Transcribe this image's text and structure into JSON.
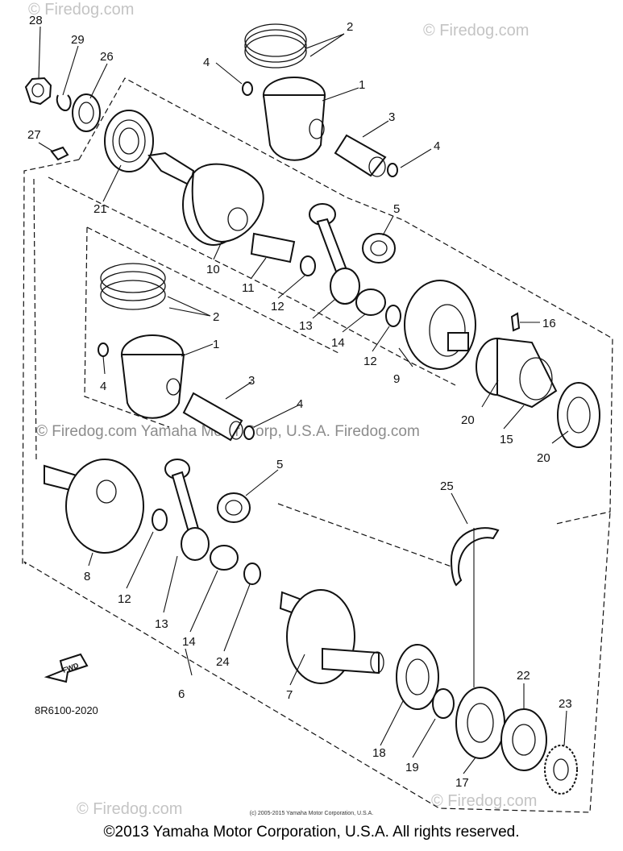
{
  "watermarks": {
    "corner": "© Firedog.com",
    "center": "© Firedog.com   Yamaha Motor Corp, U.S.A. Firedog.com"
  },
  "diagram_code": "8R6100-2020",
  "fwd_label": "FWD",
  "small_copyright": "(c) 2005-2015 Yamaha Motor Corporation, U.S.A.",
  "footer_copyright": "©2013 Yamaha Motor Corporation, U.S.A. All rights reserved.",
  "callouts": [
    {
      "id": "c28",
      "text": "28"
    },
    {
      "id": "c29",
      "text": "29"
    },
    {
      "id": "c26",
      "text": "26"
    },
    {
      "id": "c27",
      "text": "27"
    },
    {
      "id": "c21",
      "text": "21"
    },
    {
      "id": "c2a",
      "text": "2"
    },
    {
      "id": "c4a",
      "text": "4"
    },
    {
      "id": "c1a",
      "text": "1"
    },
    {
      "id": "c3a",
      "text": "3"
    },
    {
      "id": "c4b",
      "text": "4"
    },
    {
      "id": "c5a",
      "text": "5"
    },
    {
      "id": "c10",
      "text": "10"
    },
    {
      "id": "c11",
      "text": "11"
    },
    {
      "id": "c12a",
      "text": "12"
    },
    {
      "id": "c13a",
      "text": "13"
    },
    {
      "id": "c14a",
      "text": "14"
    },
    {
      "id": "c12b",
      "text": "12"
    },
    {
      "id": "c9",
      "text": "9"
    },
    {
      "id": "c16",
      "text": "16"
    },
    {
      "id": "c2b",
      "text": "2"
    },
    {
      "id": "c1b",
      "text": "1"
    },
    {
      "id": "c4c",
      "text": "4"
    },
    {
      "id": "c3b",
      "text": "3"
    },
    {
      "id": "c4d",
      "text": "4"
    },
    {
      "id": "c20a",
      "text": "20"
    },
    {
      "id": "c15",
      "text": "15"
    },
    {
      "id": "c20b",
      "text": "20"
    },
    {
      "id": "c5b",
      "text": "5"
    },
    {
      "id": "c25",
      "text": "25"
    },
    {
      "id": "c8",
      "text": "8"
    },
    {
      "id": "c12c",
      "text": "12"
    },
    {
      "id": "c13b",
      "text": "13"
    },
    {
      "id": "c14b",
      "text": "14"
    },
    {
      "id": "c24",
      "text": "24"
    },
    {
      "id": "c6",
      "text": "6"
    },
    {
      "id": "c7",
      "text": "7"
    },
    {
      "id": "c22",
      "text": "22"
    },
    {
      "id": "c23",
      "text": "23"
    },
    {
      "id": "c18",
      "text": "18"
    },
    {
      "id": "c19",
      "text": "19"
    },
    {
      "id": "c17",
      "text": "17"
    }
  ]
}
